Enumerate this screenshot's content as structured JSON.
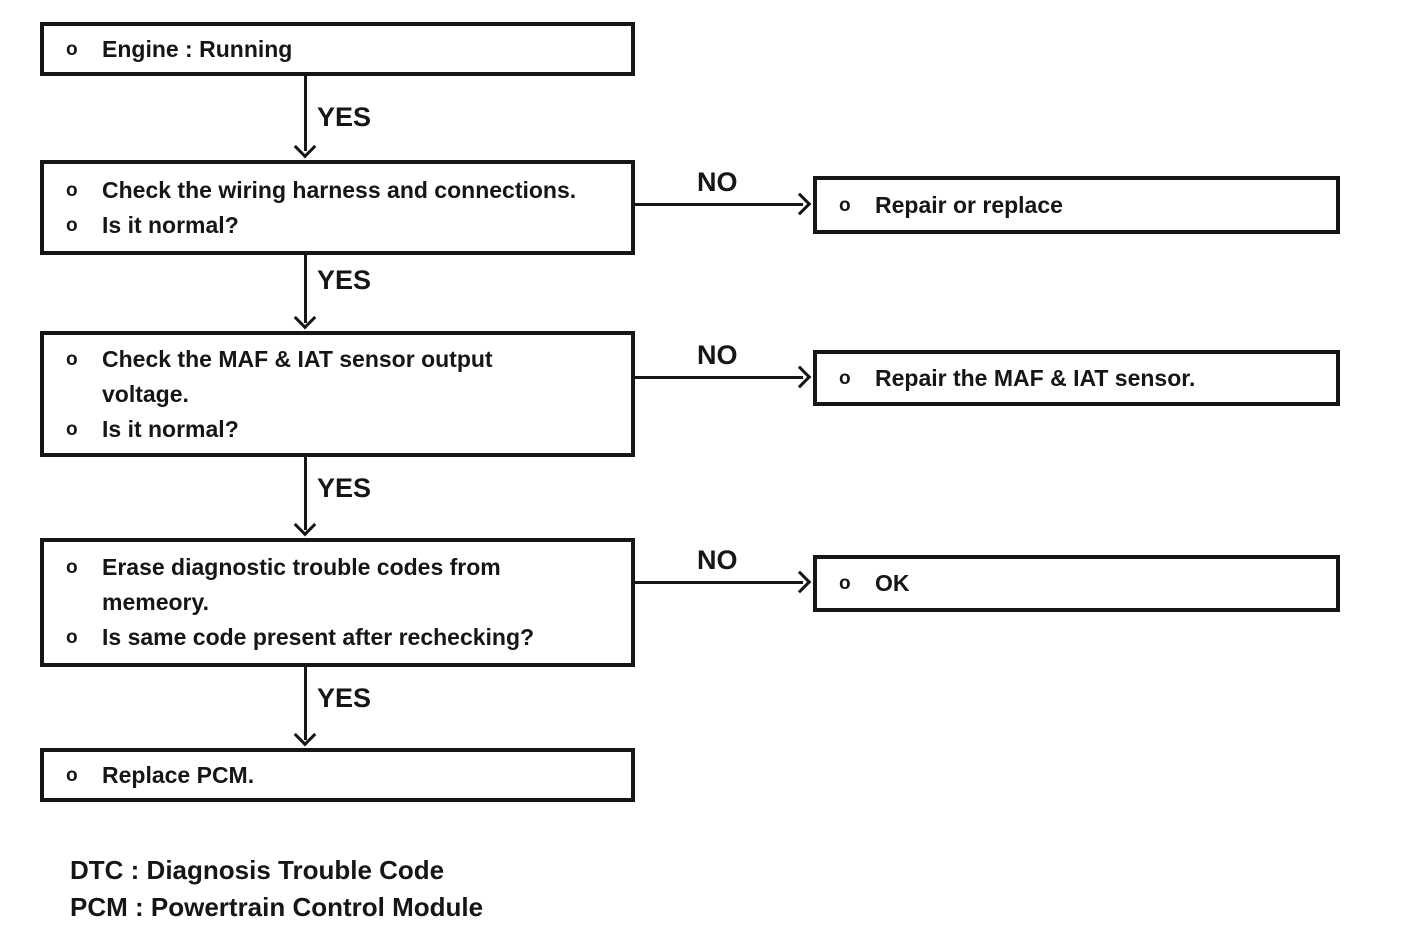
{
  "page": {
    "ink_color": "#161616",
    "paper_color": "#ffffff"
  },
  "diagram": {
    "type": "flowchart",
    "edge_labels": {
      "yes": "YES",
      "no": "NO"
    },
    "nodes": [
      {
        "id": "engine-running",
        "items": [
          {
            "bullet": "o",
            "text": "Engine : Running"
          }
        ]
      },
      {
        "id": "check-wiring-harness",
        "items": [
          {
            "bullet": "o",
            "text": "Check the wiring harness and connections."
          },
          {
            "bullet": "o",
            "text": "Is it normal?"
          }
        ]
      },
      {
        "id": "check-maf-iat-voltage",
        "items": [
          {
            "bullet": "o",
            "text": "Check the MAF & IAT sensor output\nvoltage."
          },
          {
            "bullet": "o",
            "text": "Is it normal?"
          }
        ]
      },
      {
        "id": "erase-dtc-memory",
        "items": [
          {
            "bullet": "o",
            "text": "Erase diagnostic trouble codes from\nmemeory."
          },
          {
            "bullet": "o",
            "text": "Is same code present after rechecking?"
          }
        ]
      },
      {
        "id": "replace-pcm",
        "items": [
          {
            "bullet": "o",
            "text": "Replace PCM."
          }
        ]
      },
      {
        "id": "repair-or-replace",
        "items": [
          {
            "bullet": "o",
            "text": "Repair or replace"
          }
        ]
      },
      {
        "id": "repair-maf-iat-sensor",
        "items": [
          {
            "bullet": "o",
            "text": "Repair the MAF & IAT sensor."
          }
        ]
      },
      {
        "id": "ok",
        "items": [
          {
            "bullet": "o",
            "text": "OK"
          }
        ]
      }
    ],
    "edges": [
      {
        "from": "engine-running",
        "to": "check-wiring-harness",
        "label": "YES"
      },
      {
        "from": "check-wiring-harness",
        "to": "repair-or-replace",
        "label": "NO"
      },
      {
        "from": "check-wiring-harness",
        "to": "check-maf-iat-voltage",
        "label": "YES"
      },
      {
        "from": "check-maf-iat-voltage",
        "to": "repair-maf-iat-sensor",
        "label": "NO"
      },
      {
        "from": "check-maf-iat-voltage",
        "to": "erase-dtc-memory",
        "label": "YES"
      },
      {
        "from": "erase-dtc-memory",
        "to": "ok",
        "label": "NO"
      },
      {
        "from": "erase-dtc-memory",
        "to": "replace-pcm",
        "label": "YES"
      }
    ],
    "legend": [
      "DTC : Diagnosis Trouble Code",
      "PCM : Powertrain Control Module"
    ]
  }
}
